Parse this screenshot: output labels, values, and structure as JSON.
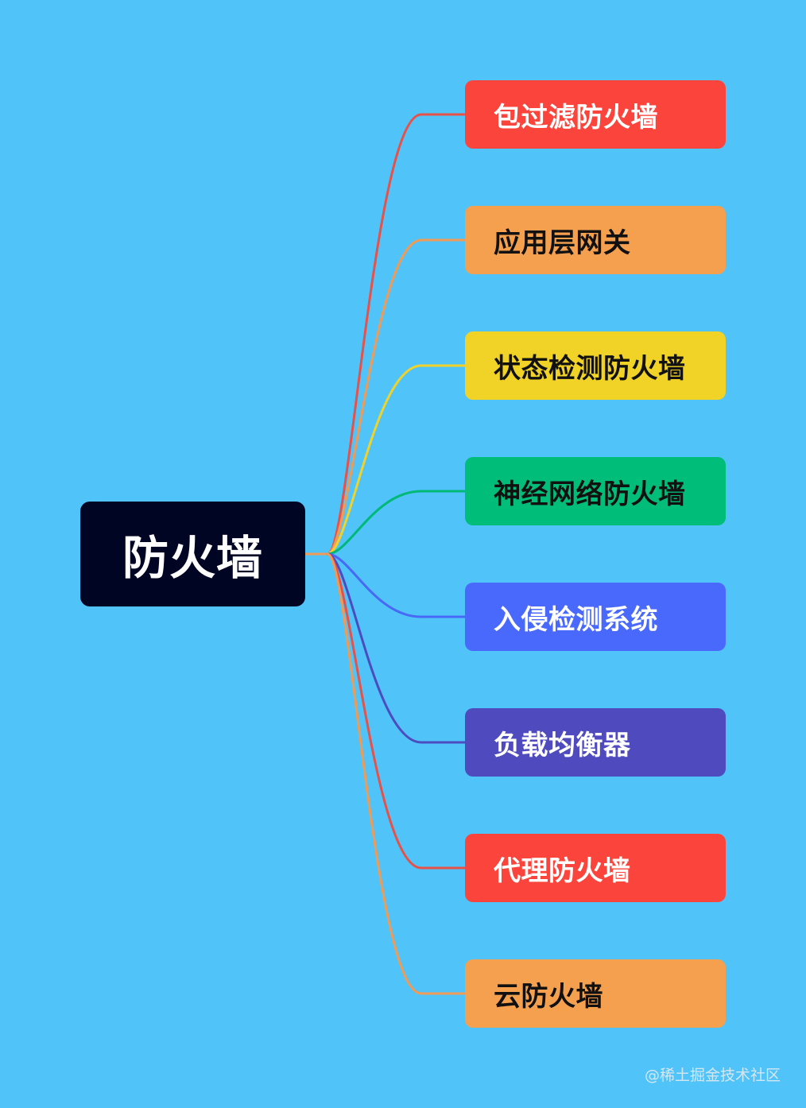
{
  "canvas": {
    "background": "#50c4f8"
  },
  "root": {
    "label": "防火墙",
    "background": "#000523",
    "color": "#ffffff"
  },
  "branches": [
    {
      "label": "包过滤防火墙",
      "background": "#fb453c",
      "text_color": "#ffffff",
      "line_color": "#e8514a"
    },
    {
      "label": "应用层网关",
      "background": "#f5a04f",
      "text_color": "#111111",
      "line_color": "#f09a56"
    },
    {
      "label": "状态检测防火墙",
      "background": "#f1d226",
      "text_color": "#111111",
      "line_color": "#f0d22a"
    },
    {
      "label": "神经网络防火墙",
      "background": "#00bd79",
      "text_color": "#111111",
      "line_color": "#00b878"
    },
    {
      "label": "入侵检测系统",
      "background": "#4969fd",
      "text_color": "#ffffff",
      "line_color": "#4868f6"
    },
    {
      "label": "负载均衡器",
      "background": "#4f4bbf",
      "text_color": "#ffffff",
      "line_color": "#4d4bc0"
    },
    {
      "label": "代理防火墙",
      "background": "#fb453c",
      "text_color": "#ffffff",
      "line_color": "#e8514a"
    },
    {
      "label": "云防火墙",
      "background": "#f5a04f",
      "text_color": "#111111",
      "line_color": "#f09a56"
    }
  ],
  "watermark": {
    "text": "@稀土掘金技术社区"
  }
}
